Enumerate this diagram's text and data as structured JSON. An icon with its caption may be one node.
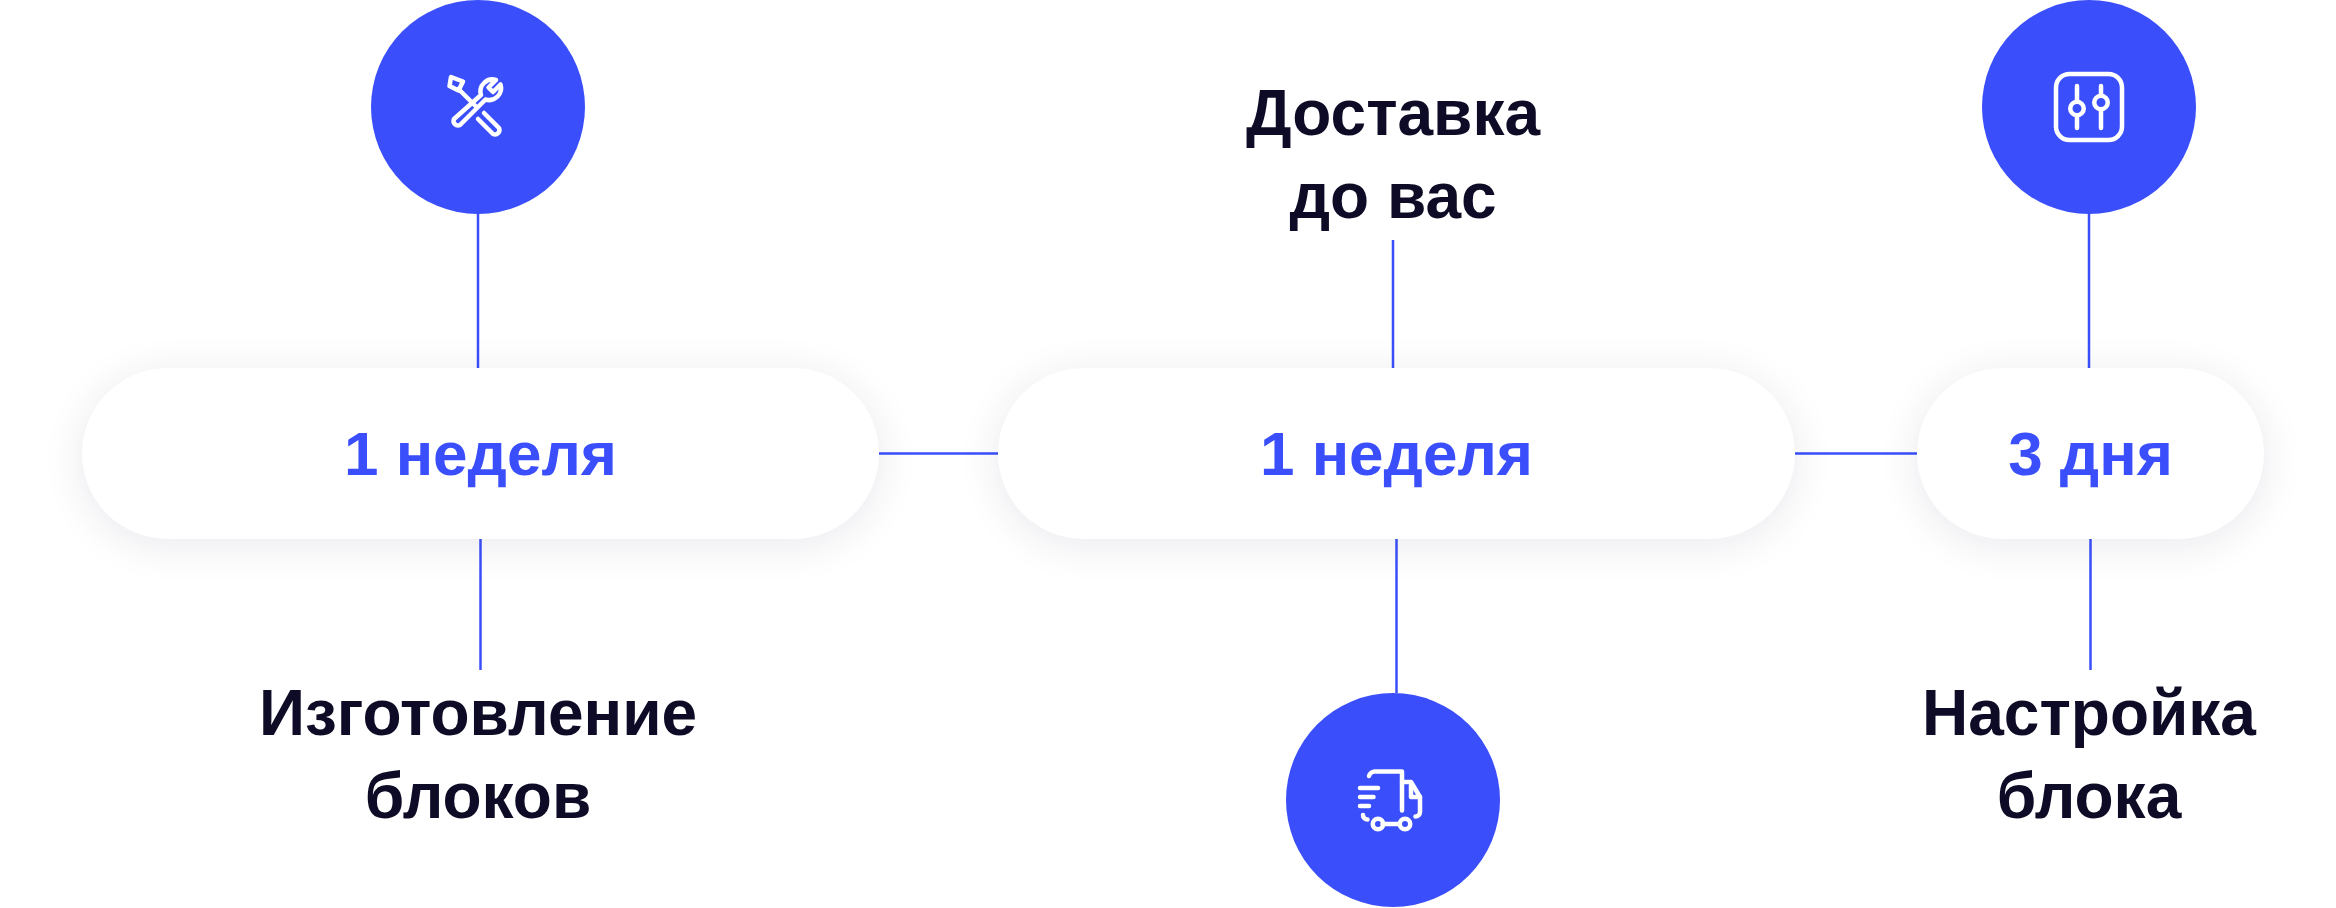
{
  "diagram": {
    "nodes": [
      {
        "text": [],
        "shape": "circle"
      },
      {
        "text": [
          "Доставка до вас"
        ]
      },
      {
        "text": [],
        "shape": "circle"
      },
      {
        "text": [
          "1 неделя"
        ]
      },
      {
        "text": [
          "1 неделя"
        ]
      },
      {
        "text": [
          "3 дня"
        ]
      },
      {
        "text": [
          "Изготовление блоков"
        ]
      },
      {
        "text": [],
        "shape": "circle"
      },
      {
        "text": [
          "Настройка блока"
        ]
      }
    ],
    "edges": [
      {
        "from": 0,
        "to": 3,
        "arrow": "none"
      },
      {
        "from": 1,
        "to": 4,
        "arrow": "none"
      },
      {
        "from": 2,
        "to": 5,
        "arrow": "none"
      },
      {
        "from": 3,
        "to": 6,
        "arrow": "none"
      },
      {
        "from": 4,
        "to": 7,
        "arrow": "none"
      },
      {
        "from": 5,
        "to": 8,
        "arrow": "none"
      },
      {
        "from": 3,
        "to": 4,
        "arrow": "none"
      },
      {
        "from": 4,
        "to": 5,
        "arrow": "none"
      }
    ]
  }
}
